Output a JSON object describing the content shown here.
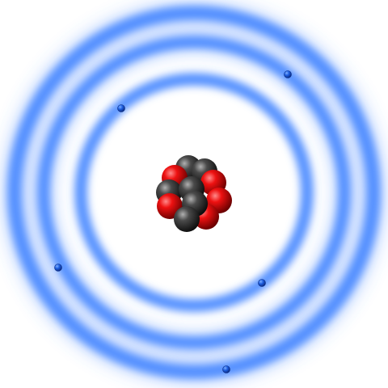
{
  "atom": {
    "nucleus": {
      "proton_count": 5,
      "neutron_count": 6,
      "colors": {
        "proton": "#d60000",
        "neutron": "#3a3a3a"
      }
    },
    "shells": [
      {
        "name": "shell-1",
        "electron_count": 2
      },
      {
        "name": "shell-2",
        "electron_count": 3
      }
    ],
    "electron_total": 5,
    "colors": {
      "orbital_glow": "#4d8bff",
      "electron": "#1a4fd0",
      "background": "#ffffff"
    }
  }
}
